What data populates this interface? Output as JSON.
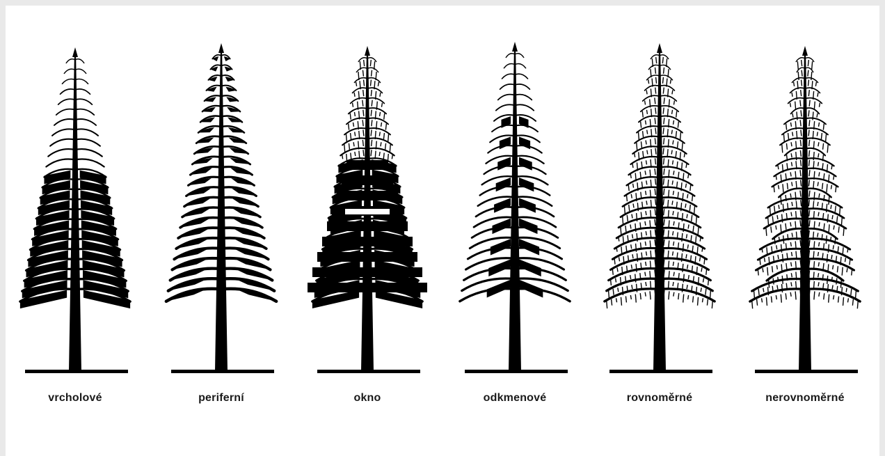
{
  "figure": {
    "colors": {
      "ink": "#000000",
      "paper": "#ffffff",
      "frame": "#e9e9e9"
    },
    "trees": [
      {
        "label": "vrcholové"
      },
      {
        "label": "periferní"
      },
      {
        "label": "okno"
      },
      {
        "label": "odkmenové"
      },
      {
        "label": "rovnoměrné"
      },
      {
        "label": "nerovnoměrné"
      }
    ]
  }
}
